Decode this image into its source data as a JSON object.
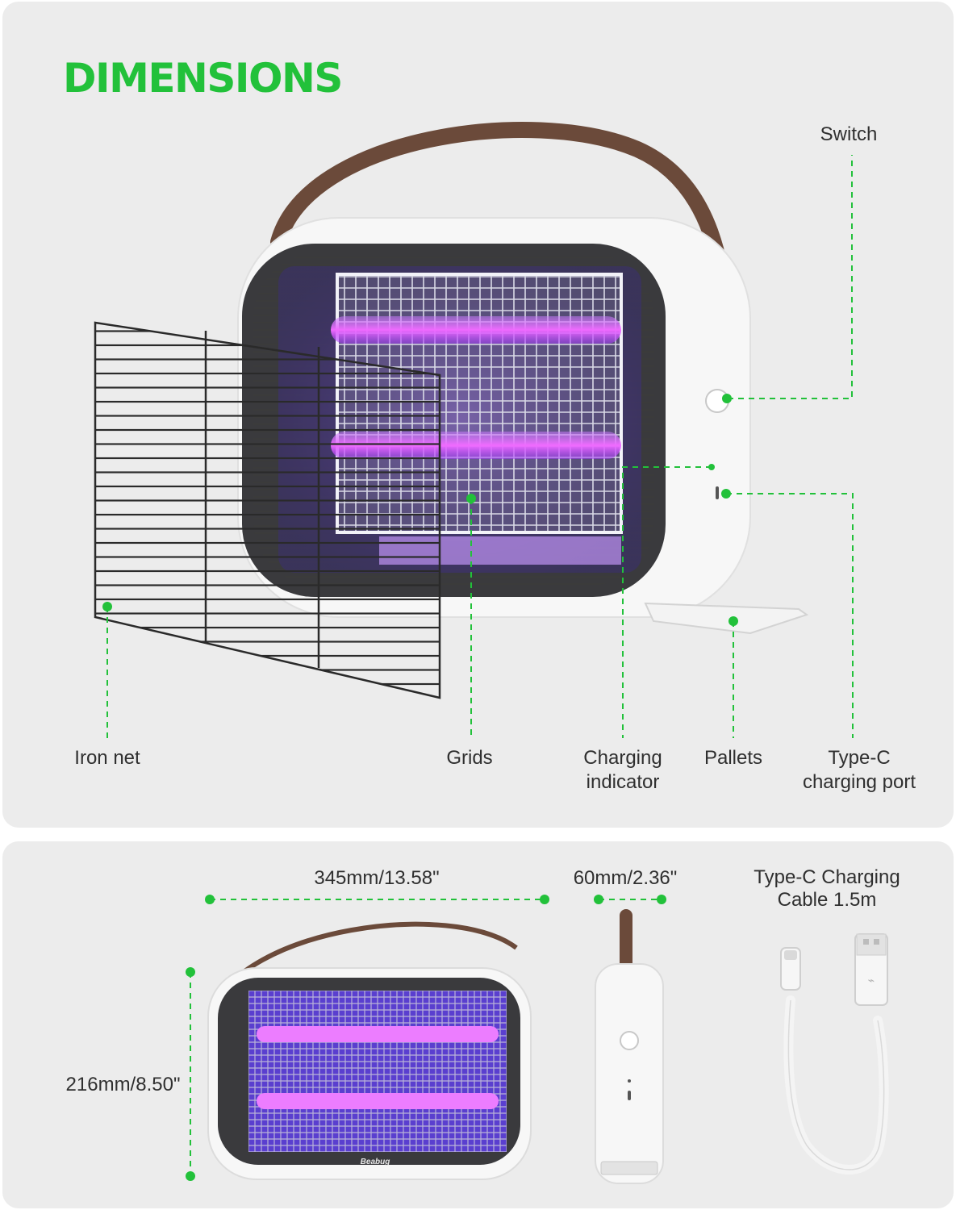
{
  "header": {
    "title": "DIMENSIONS"
  },
  "parts": {
    "switch": "Switch",
    "iron_net": "Iron net",
    "grids": "Grids",
    "charging_indicator": [
      "Charging",
      "indicator"
    ],
    "pallets": "Pallets",
    "type_c_port": [
      "Type-C",
      "charging port"
    ]
  },
  "dimensions": {
    "width": "345mm/13.58\"",
    "depth": "60mm/2.36\"",
    "height": "216mm/8.50\"",
    "cable": [
      "Type-C Charging",
      "Cable 1.5m"
    ]
  },
  "brand": "Beabug",
  "colors": {
    "accent": "#22c13a",
    "panel": "#ececec",
    "uv_glow": "#b84bff",
    "handle": "#6b4a3a"
  }
}
